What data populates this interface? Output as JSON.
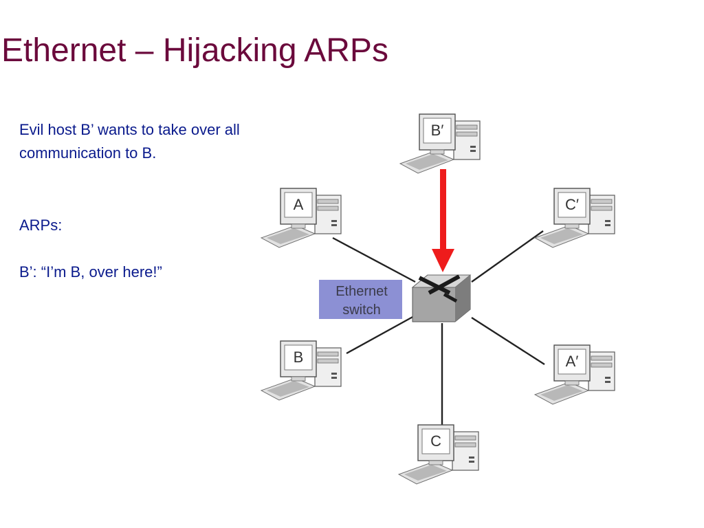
{
  "slide": {
    "title": "Ethernet – Hijacking ARPs",
    "body": {
      "para1": "Evil host B’ wants to take over all communication to B.",
      "para2": "ARPs:",
      "para3": "B’: “I’m B, over here!”"
    }
  },
  "diagram": {
    "switch_label_line1": "Ethernet",
    "switch_label_line2": "switch",
    "hosts": {
      "bprime": "B′",
      "a": "A",
      "cprime": "C′",
      "b": "B",
      "aprime": "A′",
      "c": "C"
    },
    "arrow_color": "#ee1c1c",
    "label_box_color": "#8c90d4"
  }
}
